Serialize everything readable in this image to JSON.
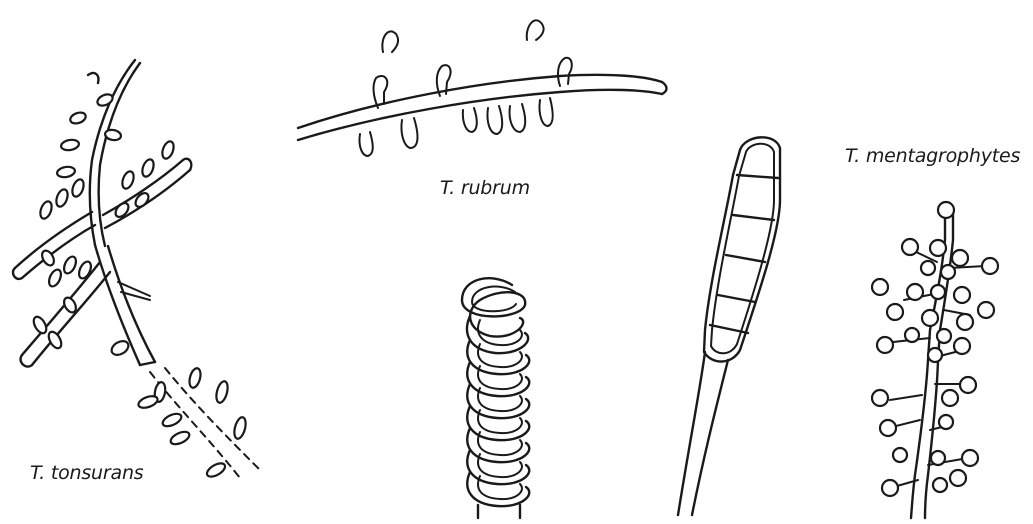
{
  "labels": {
    "tonsurans": "T. tonsurans",
    "rubrum": "T. rubrum",
    "mentagrophytes": "T. mentagrophytes"
  },
  "colors": {
    "ink": "#1a1a1a",
    "background": "#ffffff"
  }
}
